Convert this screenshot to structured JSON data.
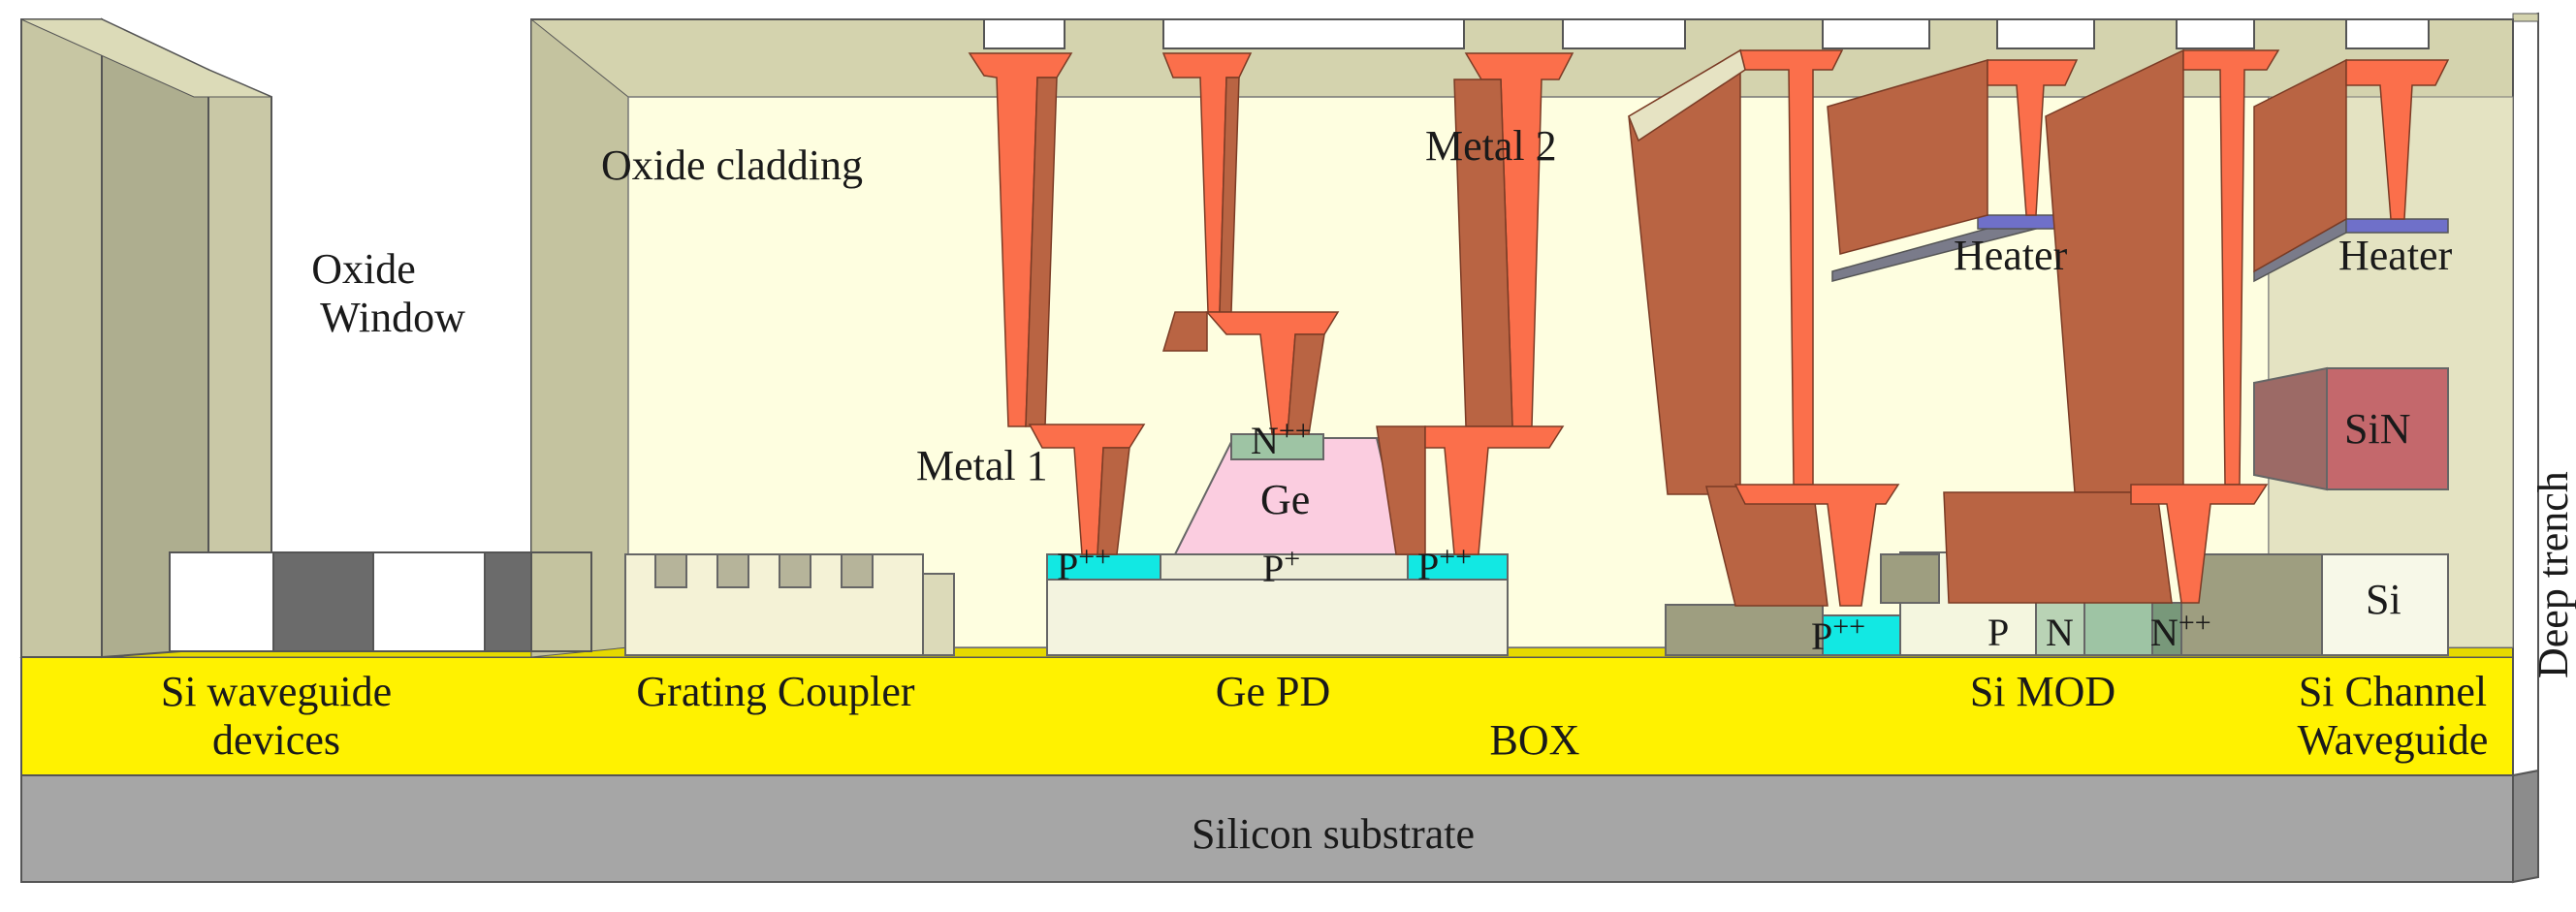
{
  "colors": {
    "cladding_front": "#fefee0",
    "cladding_frame": "#d4d3ae",
    "cladding_side": "#c4c39f",
    "box": "#fff200",
    "substrate": "#a6a6a6",
    "metal_front": "#fb6f4b",
    "metal_side": "#b96443",
    "heater": "#6f70c9",
    "sin": "#c4686c",
    "ge": "#fbcde0",
    "doping_pp": "#12e8e3",
    "doping_nn": "#9ec4a4",
    "si": "#f7f8e8"
  },
  "labels": {
    "oxide_window_l1": "Oxide",
    "oxide_window_l2": "Window",
    "oxide_cladding": "Oxide cladding",
    "metal2": "Metal 2",
    "metal1": "Metal 1",
    "heater1": "Heater",
    "heater2": "Heater",
    "sin": "SiN",
    "si": "Si",
    "ge": "Ge",
    "nn_base": "N",
    "nn_sup": "++",
    "pp1_base": "P",
    "pp1_sup": "++",
    "p_plus_base": "P",
    "p_plus_sup": "+",
    "pp2_base": "P",
    "pp2_sup": "++",
    "pp3_base": "P",
    "pp3_sup": "++",
    "mod_p": "P",
    "mod_n": "N",
    "mod_nn_base": "N",
    "mod_nn_sup": "++",
    "deep_trench": "Deep trench",
    "si_wg_l1": "Si waveguide",
    "si_wg_l2": "devices",
    "grating": "Grating Coupler",
    "ge_pd": "Ge PD",
    "si_mod": "Si MOD",
    "si_ch_l1": "Si Channel",
    "si_ch_l2": "Waveguide",
    "box": "BOX",
    "substrate": "Silicon substrate"
  }
}
